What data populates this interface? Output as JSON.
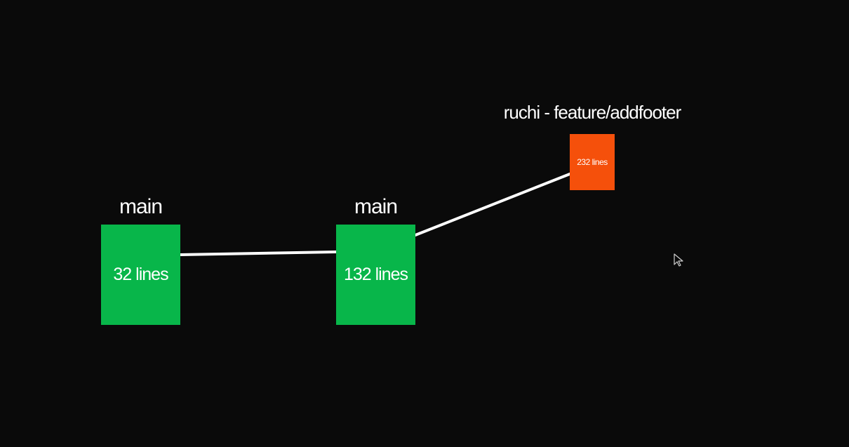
{
  "diagram": {
    "nodes": [
      {
        "id": "main-1",
        "branch_label": "main",
        "content": "32 lines",
        "color": "#08b64a"
      },
      {
        "id": "main-2",
        "branch_label": "main",
        "content": "132 lines",
        "color": "#08b64a"
      },
      {
        "id": "feature",
        "branch_label": "ruchi - feature/addfooter",
        "content": "232 lines",
        "color": "#f5500b"
      }
    ],
    "edges": [
      {
        "from": "main-1",
        "to": "main-2"
      },
      {
        "from": "main-2",
        "to": "feature"
      }
    ],
    "line_color": "#ffffff",
    "background_color": "#0a0a0a"
  },
  "cursor": {
    "icon": "pointer-arrow-icon"
  }
}
